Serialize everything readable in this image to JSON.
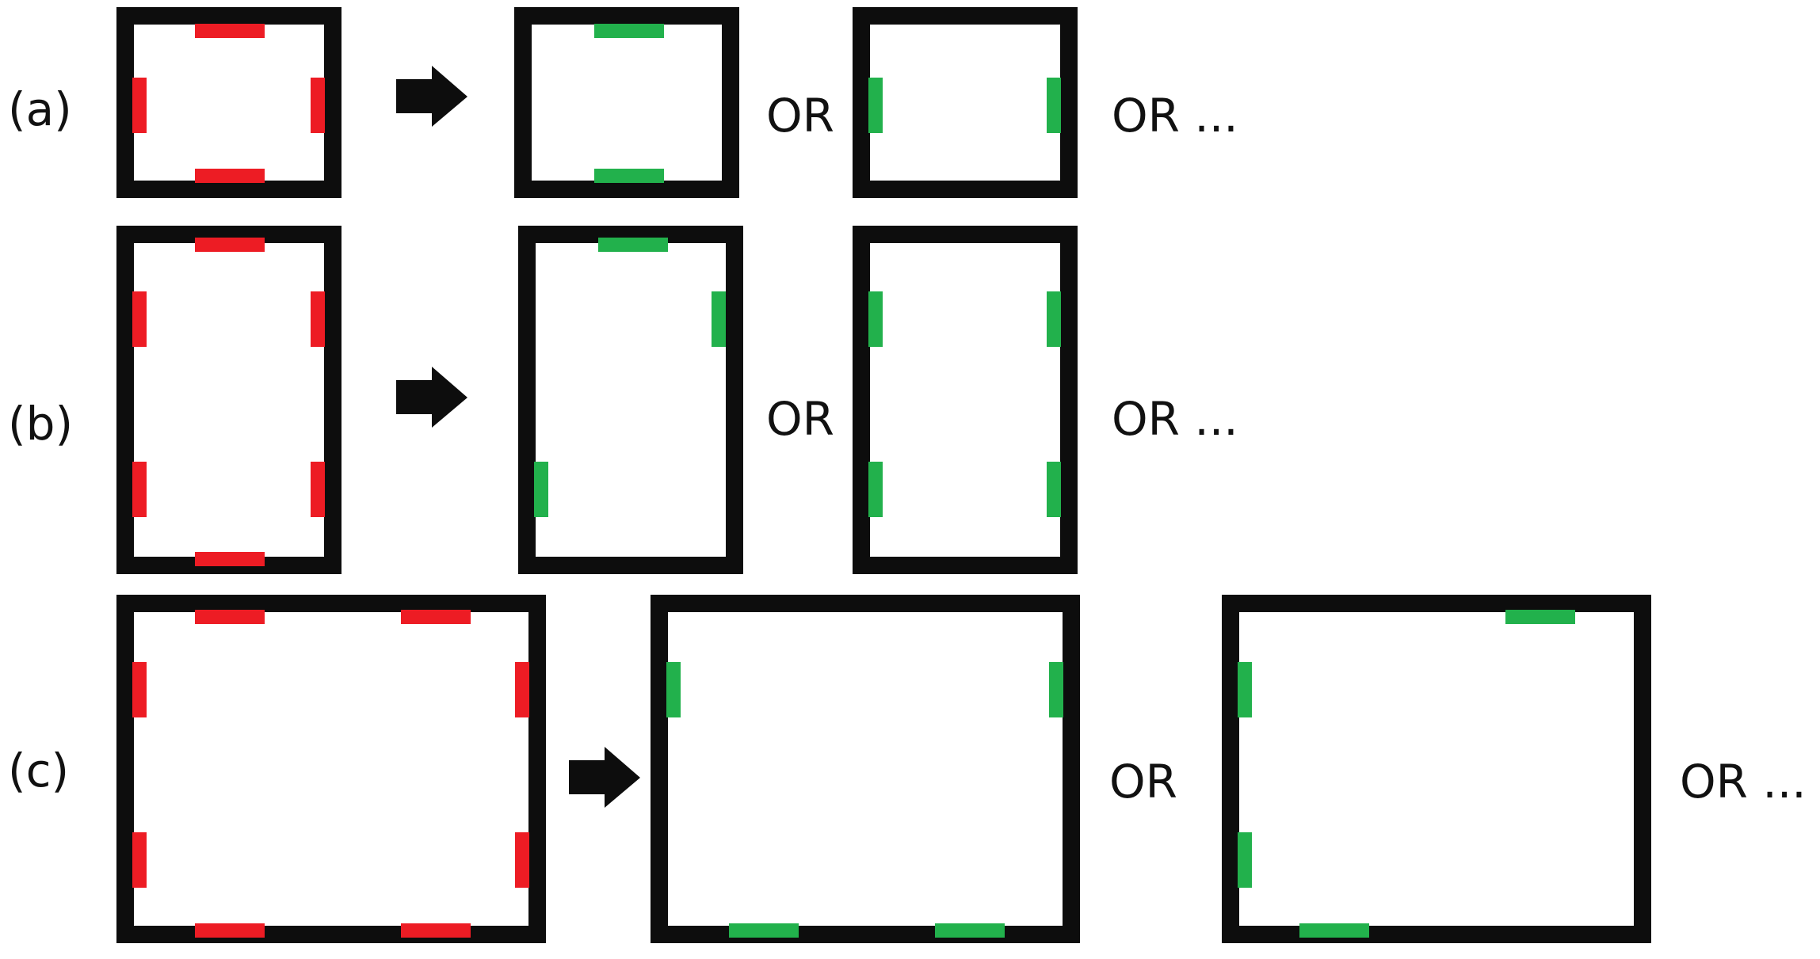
{
  "colors": {
    "frame": "#0d0d0d",
    "initial_marker": "#ed1c24",
    "result_marker": "#22b14c",
    "arrow": "#0d0d0d",
    "text": "#111111"
  },
  "rows": [
    {
      "label": "(a)",
      "or_labels": [
        "OR",
        "OR ..."
      ],
      "initial_markers": [
        "top",
        "bottom",
        "left",
        "right"
      ],
      "results": [
        [
          "top",
          "bottom"
        ],
        [
          "left",
          "right"
        ]
      ]
    },
    {
      "label": "(b)",
      "or_labels": [
        "OR",
        "OR ..."
      ],
      "initial_markers": [
        "top",
        "bottom",
        "left-upper",
        "left-lower",
        "right-upper",
        "right-lower"
      ],
      "results": [
        [
          "top",
          "right-upper",
          "left-lower"
        ],
        [
          "left-upper",
          "left-lower",
          "right-upper",
          "right-lower"
        ]
      ]
    },
    {
      "label": "(c)",
      "or_labels": [
        "OR",
        "OR ..."
      ],
      "initial_markers": [
        "top-left",
        "top-right",
        "bottom-left",
        "bottom-right",
        "left-upper",
        "left-lower",
        "right-upper",
        "right-lower"
      ],
      "results": [
        [
          "left-upper",
          "right-upper",
          "bottom-left",
          "bottom-right"
        ],
        [
          "left-upper",
          "left-lower",
          "top-right",
          "bottom-left"
        ]
      ]
    }
  ]
}
